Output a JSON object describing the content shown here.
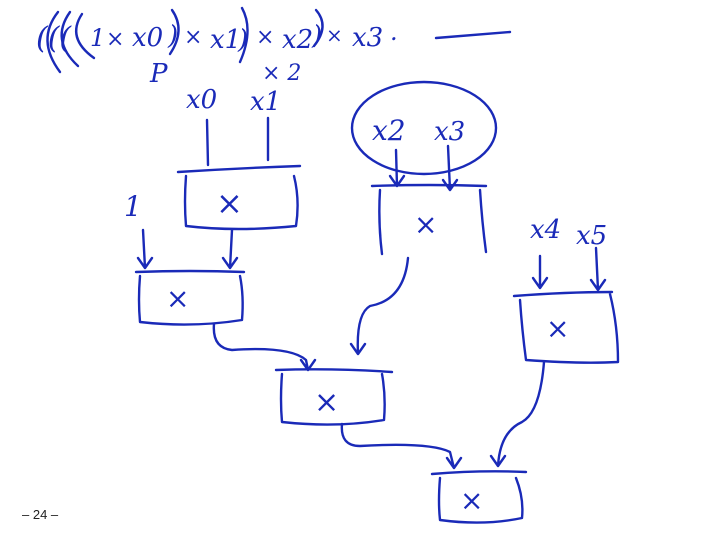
{
  "slide": {
    "page_number": "– 24 –",
    "ink_color": "#1a2ab8"
  },
  "header": {
    "product": [
      "(((",
      "1",
      "×",
      "x0",
      ")",
      "×",
      "x1",
      ")",
      "×",
      "x2",
      ")",
      "×",
      "x3",
      "."
    ],
    "p_label": "P",
    "times2": "× 2"
  },
  "inputs": {
    "x0": "x0",
    "x1": "x1",
    "x2": "x2",
    "x3": "x3",
    "x4": "x4",
    "x5": "x5",
    "one": "1"
  },
  "ops": {
    "op": "×"
  }
}
